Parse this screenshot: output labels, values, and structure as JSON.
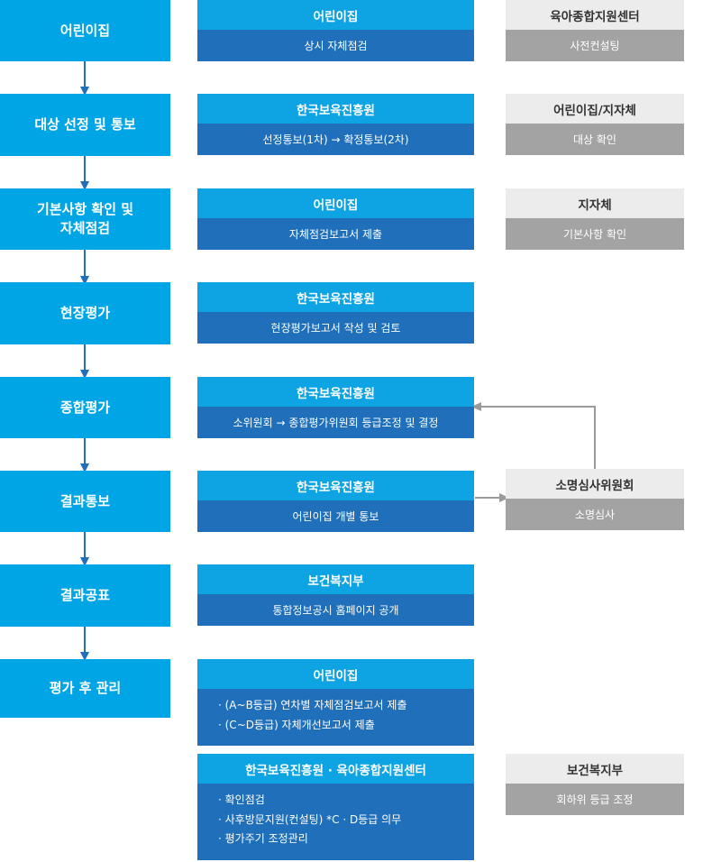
{
  "steps": [
    "어린이집",
    "대상 선정 및 통보",
    "기본사항 확인 및\n자체점검",
    "현장평가",
    "종합평가",
    "결과통보",
    "결과공표",
    "평가 후 관리"
  ],
  "main": [
    {
      "org": "어린이집",
      "task": "상시 자체점검"
    },
    {
      "org": "한국보육진흥원",
      "task": "선정통보(1차) → 확정통보(2차)"
    },
    {
      "org": "어린이집",
      "task": "자체점검보고서 제출"
    },
    {
      "org": "한국보육진흥원",
      "task": "현장평가보고서 작성 및 검토"
    },
    {
      "org": "한국보육진흥원",
      "task": "소위원회 → 종합평가위원회 등급조정 및 결정"
    },
    {
      "org": "한국보육진흥원",
      "task": "어린이집 개별 통보"
    },
    {
      "org": "보건복지부",
      "task": "통합정보공시 홈페이지 공개"
    },
    {
      "org": "어린이집",
      "items": [
        "·  (A~B등급) 연차별 자체점검보고서 제출",
        "·  (C~D등급) 자체개선보고서 제출"
      ]
    },
    {
      "org": "한국보육진흥원 · 육아종합지원센터",
      "items": [
        "·  확인점검",
        "·  사후방문지원(컨설팅) *C · D등급 의무",
        "·  평가주기 조정관리"
      ]
    }
  ],
  "side": [
    {
      "org": "육아종합지원센터",
      "task": "사전컨설팅"
    },
    {
      "org": "어린이집/지자체",
      "task": "대상 확인"
    },
    {
      "org": "지자체",
      "task": "기본사항 확인"
    },
    {
      "org": "소명심사위원회",
      "task": "소명심사"
    },
    {
      "org": "보건복지부",
      "task": "회하위 등급 조정"
    }
  ],
  "colors": {
    "step": "#00a5e6",
    "org_head": "#0ea4e4",
    "org_body": "#1f6fba",
    "side_head": "#ececec",
    "side_body": "#a3a3a3",
    "arrow_blue": "#1f6fba",
    "arrow_gray": "#9a9a9a"
  }
}
